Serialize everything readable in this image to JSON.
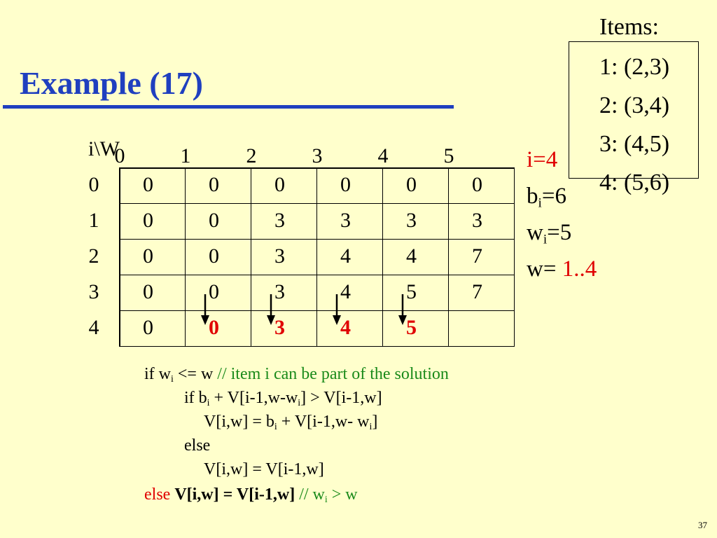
{
  "slide": {
    "title": "Example (17)",
    "page_number": "37"
  },
  "items": {
    "label": "Items:",
    "list": [
      "1: (2,3)",
      "2: (3,4)",
      "3: (4,5)",
      "4: (5,6)"
    ]
  },
  "vars": {
    "i": "i=4",
    "b_base": "b",
    "b_sub": "i",
    "b_val": "=6",
    "w_base": "w",
    "w_sub": "i",
    "w_val": "=5",
    "wrange_label": "w= ",
    "wrange_value": "1..4"
  },
  "table": {
    "corner": "i\\W",
    "col_headers": [
      "0",
      "1",
      "2",
      "3",
      "4",
      "5"
    ],
    "row_headers": [
      "0",
      "1",
      "2",
      "3",
      "4"
    ],
    "rows": [
      [
        "0",
        "0",
        "0",
        "0",
        "0",
        "0"
      ],
      [
        "0",
        "0",
        "3",
        "3",
        "3",
        "3"
      ],
      [
        "0",
        "0",
        "3",
        "4",
        "4",
        "7"
      ],
      [
        "0",
        "0",
        "3",
        "4",
        "5",
        "7"
      ],
      [
        "0",
        "0",
        "3",
        "4",
        "5",
        ""
      ]
    ],
    "highlighted_row": 4,
    "highlighted_cols": [
      1,
      2,
      3,
      4
    ],
    "highlight_color": "#e00000"
  },
  "code": {
    "l1_a": "if w",
    "l1_sub": "i",
    "l1_b": " <= w ",
    "l1_comment": "// item i can be part of the solution",
    "l2_a": "if b",
    "l2_sub1": "i",
    "l2_b": " + V[i-1,w-w",
    "l2_sub2": "i",
    "l2_c": "] > V[i-1,w]",
    "l3_a": "V[i,w] = b",
    "l3_sub1": "i",
    "l3_b": " + V[i-1,w- w",
    "l3_sub2": "i",
    "l3_c": "]",
    "l4": "else",
    "l5": "V[i,w] = V[i-1,w]",
    "l6_else": "else ",
    "l6_bold": "V[i,w] = V[i-1,w]",
    "l6_comment_a": "  // w",
    "l6_comment_sub": "i",
    "l6_comment_b": " > w"
  }
}
